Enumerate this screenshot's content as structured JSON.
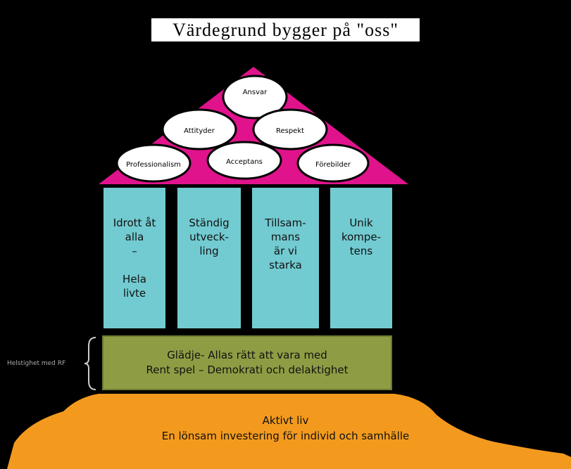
{
  "title": "Värdegrund bygger på \"oss\"",
  "roof": {
    "values": [
      {
        "label": "Ansvar"
      },
      {
        "label": "Attityder"
      },
      {
        "label": "Respekt"
      },
      {
        "label": "Professionalism"
      },
      {
        "label": "Acceptans"
      },
      {
        "label": "Förebilder"
      }
    ],
    "color": "#e0138c"
  },
  "pillars": [
    {
      "label": "Idrott åt\nalla\n–\n\nHela\nlivte"
    },
    {
      "label": "Ständig\nutveck-\nling"
    },
    {
      "label": "Tillsam-\nmans\när vi\nstarka"
    },
    {
      "label": "Unik\nkompe-\ntens"
    }
  ],
  "base": {
    "line1": "Glädje- Allas rätt att vara med",
    "line2": "Rent spel – Demokrati och delaktighet",
    "side_label": "Helstighet med RF"
  },
  "ground": {
    "line1": "Aktivt liv",
    "line2": "En lönsam investering för individ och samhälle",
    "color": "#f39a1e"
  }
}
